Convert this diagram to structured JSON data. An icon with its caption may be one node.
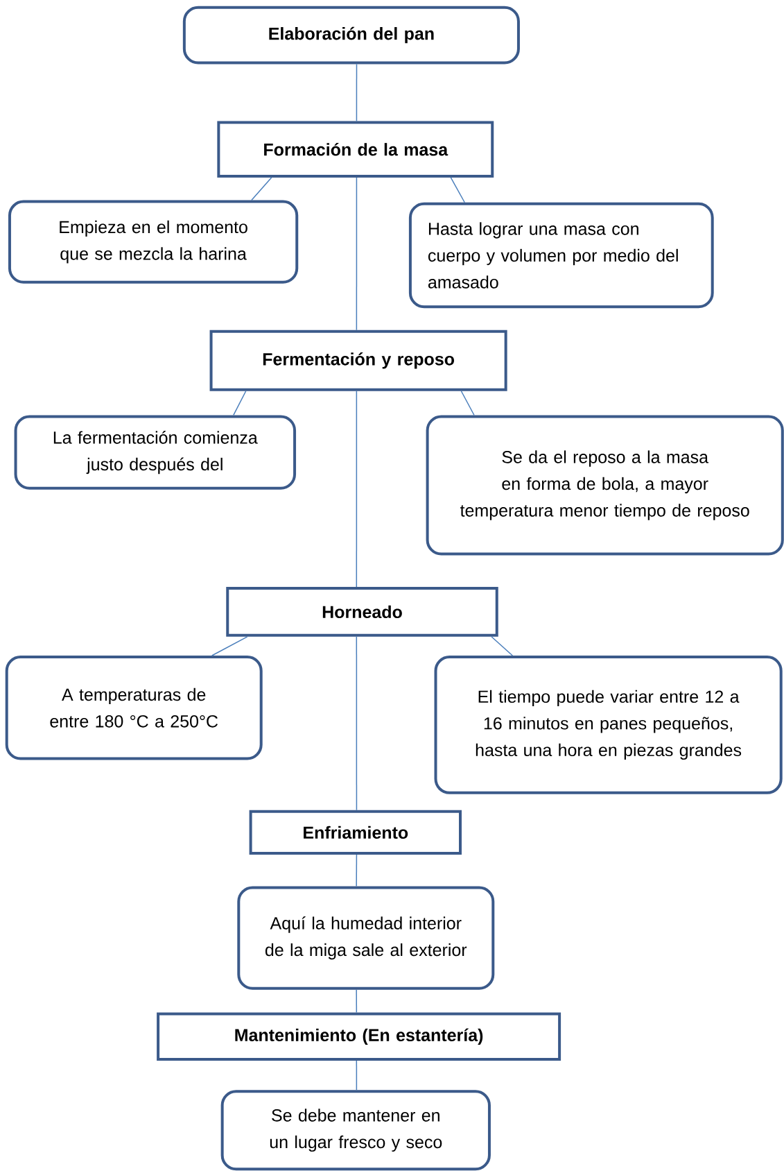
{
  "diagram": {
    "nodes": [
      {
        "text": [
          "Elaboración del pan"
        ]
      },
      {
        "text": [
          "Formación de la masa"
        ]
      },
      {
        "text": [
          "Empieza en el momento que se mezcla la harina"
        ]
      },
      {
        "text": [
          "Hasta lograr una masa con cuerpo y volumen por medio del amasado"
        ]
      },
      {
        "text": [
          "Fermentación y reposo"
        ]
      },
      {
        "text": [
          "La fermentación comienza justo después del"
        ]
      },
      {
        "text": [
          "Se da el reposo a la masa en forma de bola, a mayor temperatura menor tiempo de reposo"
        ]
      },
      {
        "text": [
          "Horneado"
        ]
      },
      {
        "text": [
          "A temperaturas de entre 180 °C a 250°C"
        ]
      },
      {
        "text": [
          "El tiempo puede variar entre 12 a 16 minutos en panes pequeños, hasta una hora en piezas grandes"
        ]
      },
      {
        "text": [
          "Enfriamiento"
        ]
      },
      {
        "text": [
          "Aquí la humedad interior de la miga sale al exterior"
        ]
      },
      {
        "text": [
          "Mantenimiento (En estantería)"
        ]
      },
      {
        "text": [
          "Se debe mantener en un lugar fresco y seco"
        ]
      }
    ],
    "edges": [
      {
        "from": 0,
        "to": 1,
        "arrow": "none"
      },
      {
        "from": 1,
        "to": 2,
        "arrow": "none"
      },
      {
        "from": 1,
        "to": 3,
        "arrow": "none"
      },
      {
        "from": 1,
        "to": 4,
        "arrow": "none"
      },
      {
        "from": 4,
        "to": 5,
        "arrow": "none"
      },
      {
        "from": 4,
        "to": 6,
        "arrow": "none"
      },
      {
        "from": 4,
        "to": 7,
        "arrow": "none"
      },
      {
        "from": 7,
        "to": 8,
        "arrow": "none"
      },
      {
        "from": 7,
        "to": 9,
        "arrow": "none"
      },
      {
        "from": 7,
        "to": 10,
        "arrow": "none"
      },
      {
        "from": 10,
        "to": 11,
        "arrow": "none"
      },
      {
        "from": 11,
        "to": 12,
        "arrow": "none"
      },
      {
        "from": 12,
        "to": 13,
        "arrow": "none"
      }
    ]
  }
}
